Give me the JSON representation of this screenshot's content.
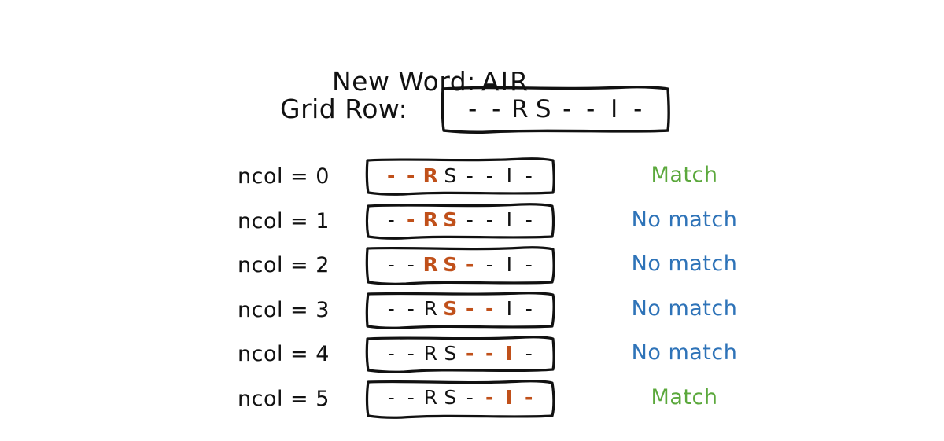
{
  "header": {
    "new_word_label": "New Word:",
    "new_word_value": "AIR",
    "grid_row_label": "Grid Row:",
    "grid_row_cells": [
      "-",
      "-",
      "R",
      "S",
      "-",
      "-",
      "I",
      "-"
    ]
  },
  "colors": {
    "highlight": "#C0501A",
    "match": "#5BA83C",
    "no_match": "#2E73B8",
    "ink": "#111111",
    "background": "#FFFFFF"
  },
  "results_legend": {
    "match_text": "Match",
    "no_match_text": "No match"
  },
  "rows": [
    {
      "label": "ncol = 0",
      "cells": [
        "-",
        "-",
        "R",
        "S",
        "-",
        "-",
        "I",
        "-"
      ],
      "highlight": [
        0,
        1,
        2
      ],
      "result": "Match",
      "result_kind": "match"
    },
    {
      "label": "ncol = 1",
      "cells": [
        "-",
        "-",
        "R",
        "S",
        "-",
        "-",
        "I",
        "-"
      ],
      "highlight": [
        1,
        2,
        3
      ],
      "result": "No match",
      "result_kind": "nomatch"
    },
    {
      "label": "ncol = 2",
      "cells": [
        "-",
        "-",
        "R",
        "S",
        "-",
        "-",
        "I",
        "-"
      ],
      "highlight": [
        2,
        3,
        4
      ],
      "result": "No match",
      "result_kind": "nomatch"
    },
    {
      "label": "ncol = 3",
      "cells": [
        "-",
        "-",
        "R",
        "S",
        "-",
        "-",
        "I",
        "-"
      ],
      "highlight": [
        3,
        4,
        5
      ],
      "result": "No match",
      "result_kind": "nomatch"
    },
    {
      "label": "ncol = 4",
      "cells": [
        "-",
        "-",
        "R",
        "S",
        "-",
        "-",
        "I",
        "-"
      ],
      "highlight": [
        4,
        5,
        6
      ],
      "result": "No match",
      "result_kind": "nomatch"
    },
    {
      "label": "ncol = 5",
      "cells": [
        "-",
        "-",
        "R",
        "S",
        "-",
        "-",
        "I",
        "-"
      ],
      "highlight": [
        5,
        6,
        7
      ],
      "result": "Match",
      "result_kind": "match"
    }
  ]
}
